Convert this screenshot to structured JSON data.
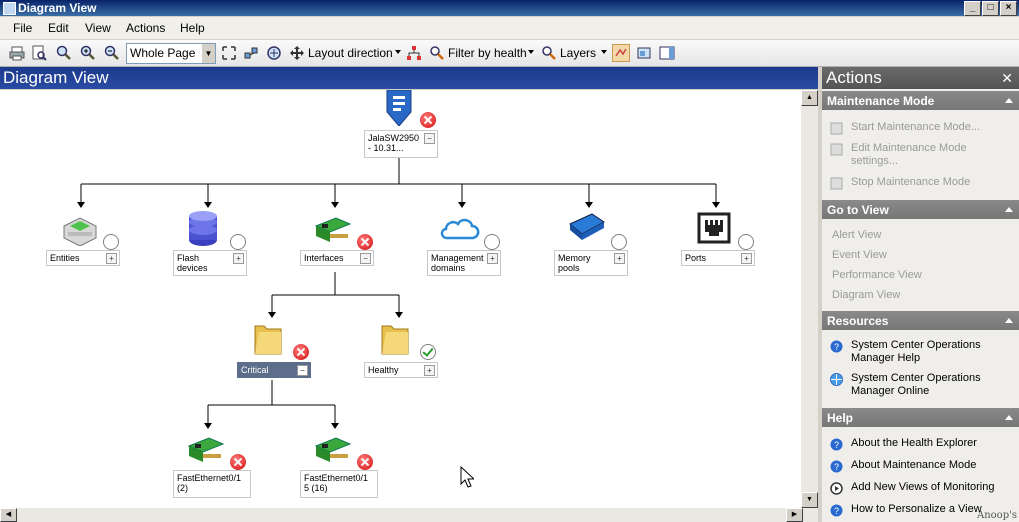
{
  "window": {
    "title": "Diagram View",
    "buttons": [
      "_",
      "□",
      "×"
    ]
  },
  "menu": [
    "File",
    "Edit",
    "View",
    "Actions",
    "Help"
  ],
  "toolbar": {
    "zoom_value": "Whole Page",
    "layout_direction": "Layout direction",
    "filter_by_health": "Filter by health",
    "layers": "Layers"
  },
  "diagram": {
    "title": "Diagram View",
    "root": {
      "label": "JalaSW2950 - 10.31...",
      "status": "critical"
    },
    "children": [
      {
        "label": "Entities",
        "status": "unknown",
        "icon": "entities-icon"
      },
      {
        "label": "Flash devices",
        "status": "unknown",
        "icon": "flash-devices-icon"
      },
      {
        "label": "Interfaces",
        "status": "critical",
        "icon": "network-card-icon"
      },
      {
        "label": "Management domains",
        "status": "unknown",
        "icon": "cloud-icon"
      },
      {
        "label": "Memory pools",
        "status": "unknown",
        "icon": "memory-chip-icon"
      },
      {
        "label": "Ports",
        "status": "unknown",
        "icon": "port-icon"
      }
    ],
    "folders": [
      {
        "label": "Critical",
        "status": "critical"
      },
      {
        "label": "Healthy",
        "status": "healthy"
      }
    ],
    "leaves": [
      {
        "label": "FastEthernet0/1 (2)",
        "status": "critical"
      },
      {
        "label": "FastEthernet0/15 (16)",
        "status": "critical"
      }
    ]
  },
  "actions": {
    "title": "Actions",
    "sections": [
      {
        "title": "Maintenance Mode",
        "items": [
          "Start Maintenance Mode...",
          "Edit Maintenance Mode settings...",
          "Stop Maintenance Mode"
        ]
      },
      {
        "title": "Go to View",
        "items": [
          "Alert View",
          "Event View",
          "Performance View",
          "Diagram View"
        ]
      },
      {
        "title": "Resources",
        "items": [
          "System Center Operations Manager Help",
          "System Center Operations Manager Online"
        ]
      },
      {
        "title": "Help",
        "items": [
          "About the Health Explorer",
          "About Maintenance Mode",
          "Add New Views of Monitoring",
          "How to Personalize a View"
        ]
      }
    ]
  },
  "watermark": "Anoop's"
}
